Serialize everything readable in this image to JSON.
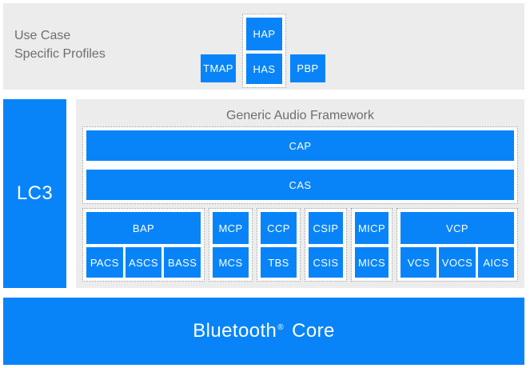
{
  "colors": {
    "blue": "#0884f8",
    "panel_gray": "#ececec",
    "dotted_border": "#9b9b9b",
    "text_gray": "#6e6e6e",
    "white": "#ffffff"
  },
  "top_section": {
    "label_line1": "Use Case",
    "label_line2": "Specific Profiles",
    "tmap": "TMAP",
    "hap": "HAP",
    "has": "HAS",
    "pbp": "PBP"
  },
  "codec": {
    "label": "LC3"
  },
  "framework": {
    "title": "Generic Audio Framework",
    "cap": "CAP",
    "cas": "CAS",
    "groups": [
      {
        "top": "BAP",
        "bottom": [
          "PACS",
          "ASCS",
          "BASS"
        ]
      },
      {
        "top": "MCP",
        "bottom": [
          "MCS"
        ]
      },
      {
        "top": "CCP",
        "bottom": [
          "TBS"
        ]
      },
      {
        "top": "CSIP",
        "bottom": [
          "CSIS"
        ]
      },
      {
        "top": "MICP",
        "bottom": [
          "MICS"
        ]
      },
      {
        "top": "VCP",
        "bottom": [
          "VCS",
          "VOCS",
          "AICS"
        ]
      }
    ]
  },
  "core": {
    "name": "Bluetooth",
    "registered": "®",
    "word": "Core"
  }
}
